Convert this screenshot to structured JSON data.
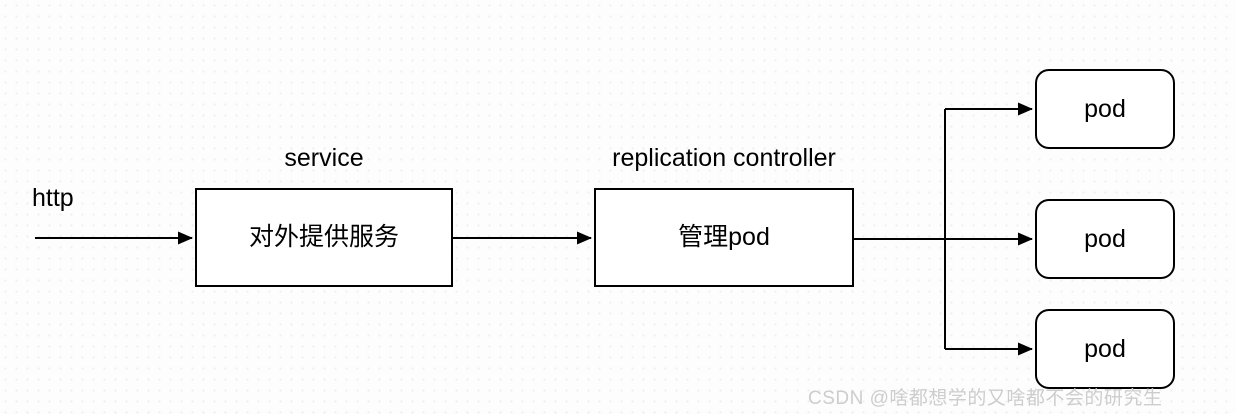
{
  "diagram": {
    "http_label": "http",
    "service": {
      "title": "service",
      "label": "对外提供服务"
    },
    "replication_controller": {
      "title": "replication controller",
      "label": "管理pod"
    },
    "pods": [
      {
        "label": "pod"
      },
      {
        "label": "pod"
      },
      {
        "label": "pod"
      }
    ],
    "watermark": "CSDN @啥都想学的又啥都不会的研究生",
    "colors": {
      "line": "#000000",
      "box_border": "#000000",
      "box_fill": "#ffffff",
      "text": "#000000",
      "watermark": "#cdcdcd",
      "background": "#fdfdfd"
    }
  }
}
